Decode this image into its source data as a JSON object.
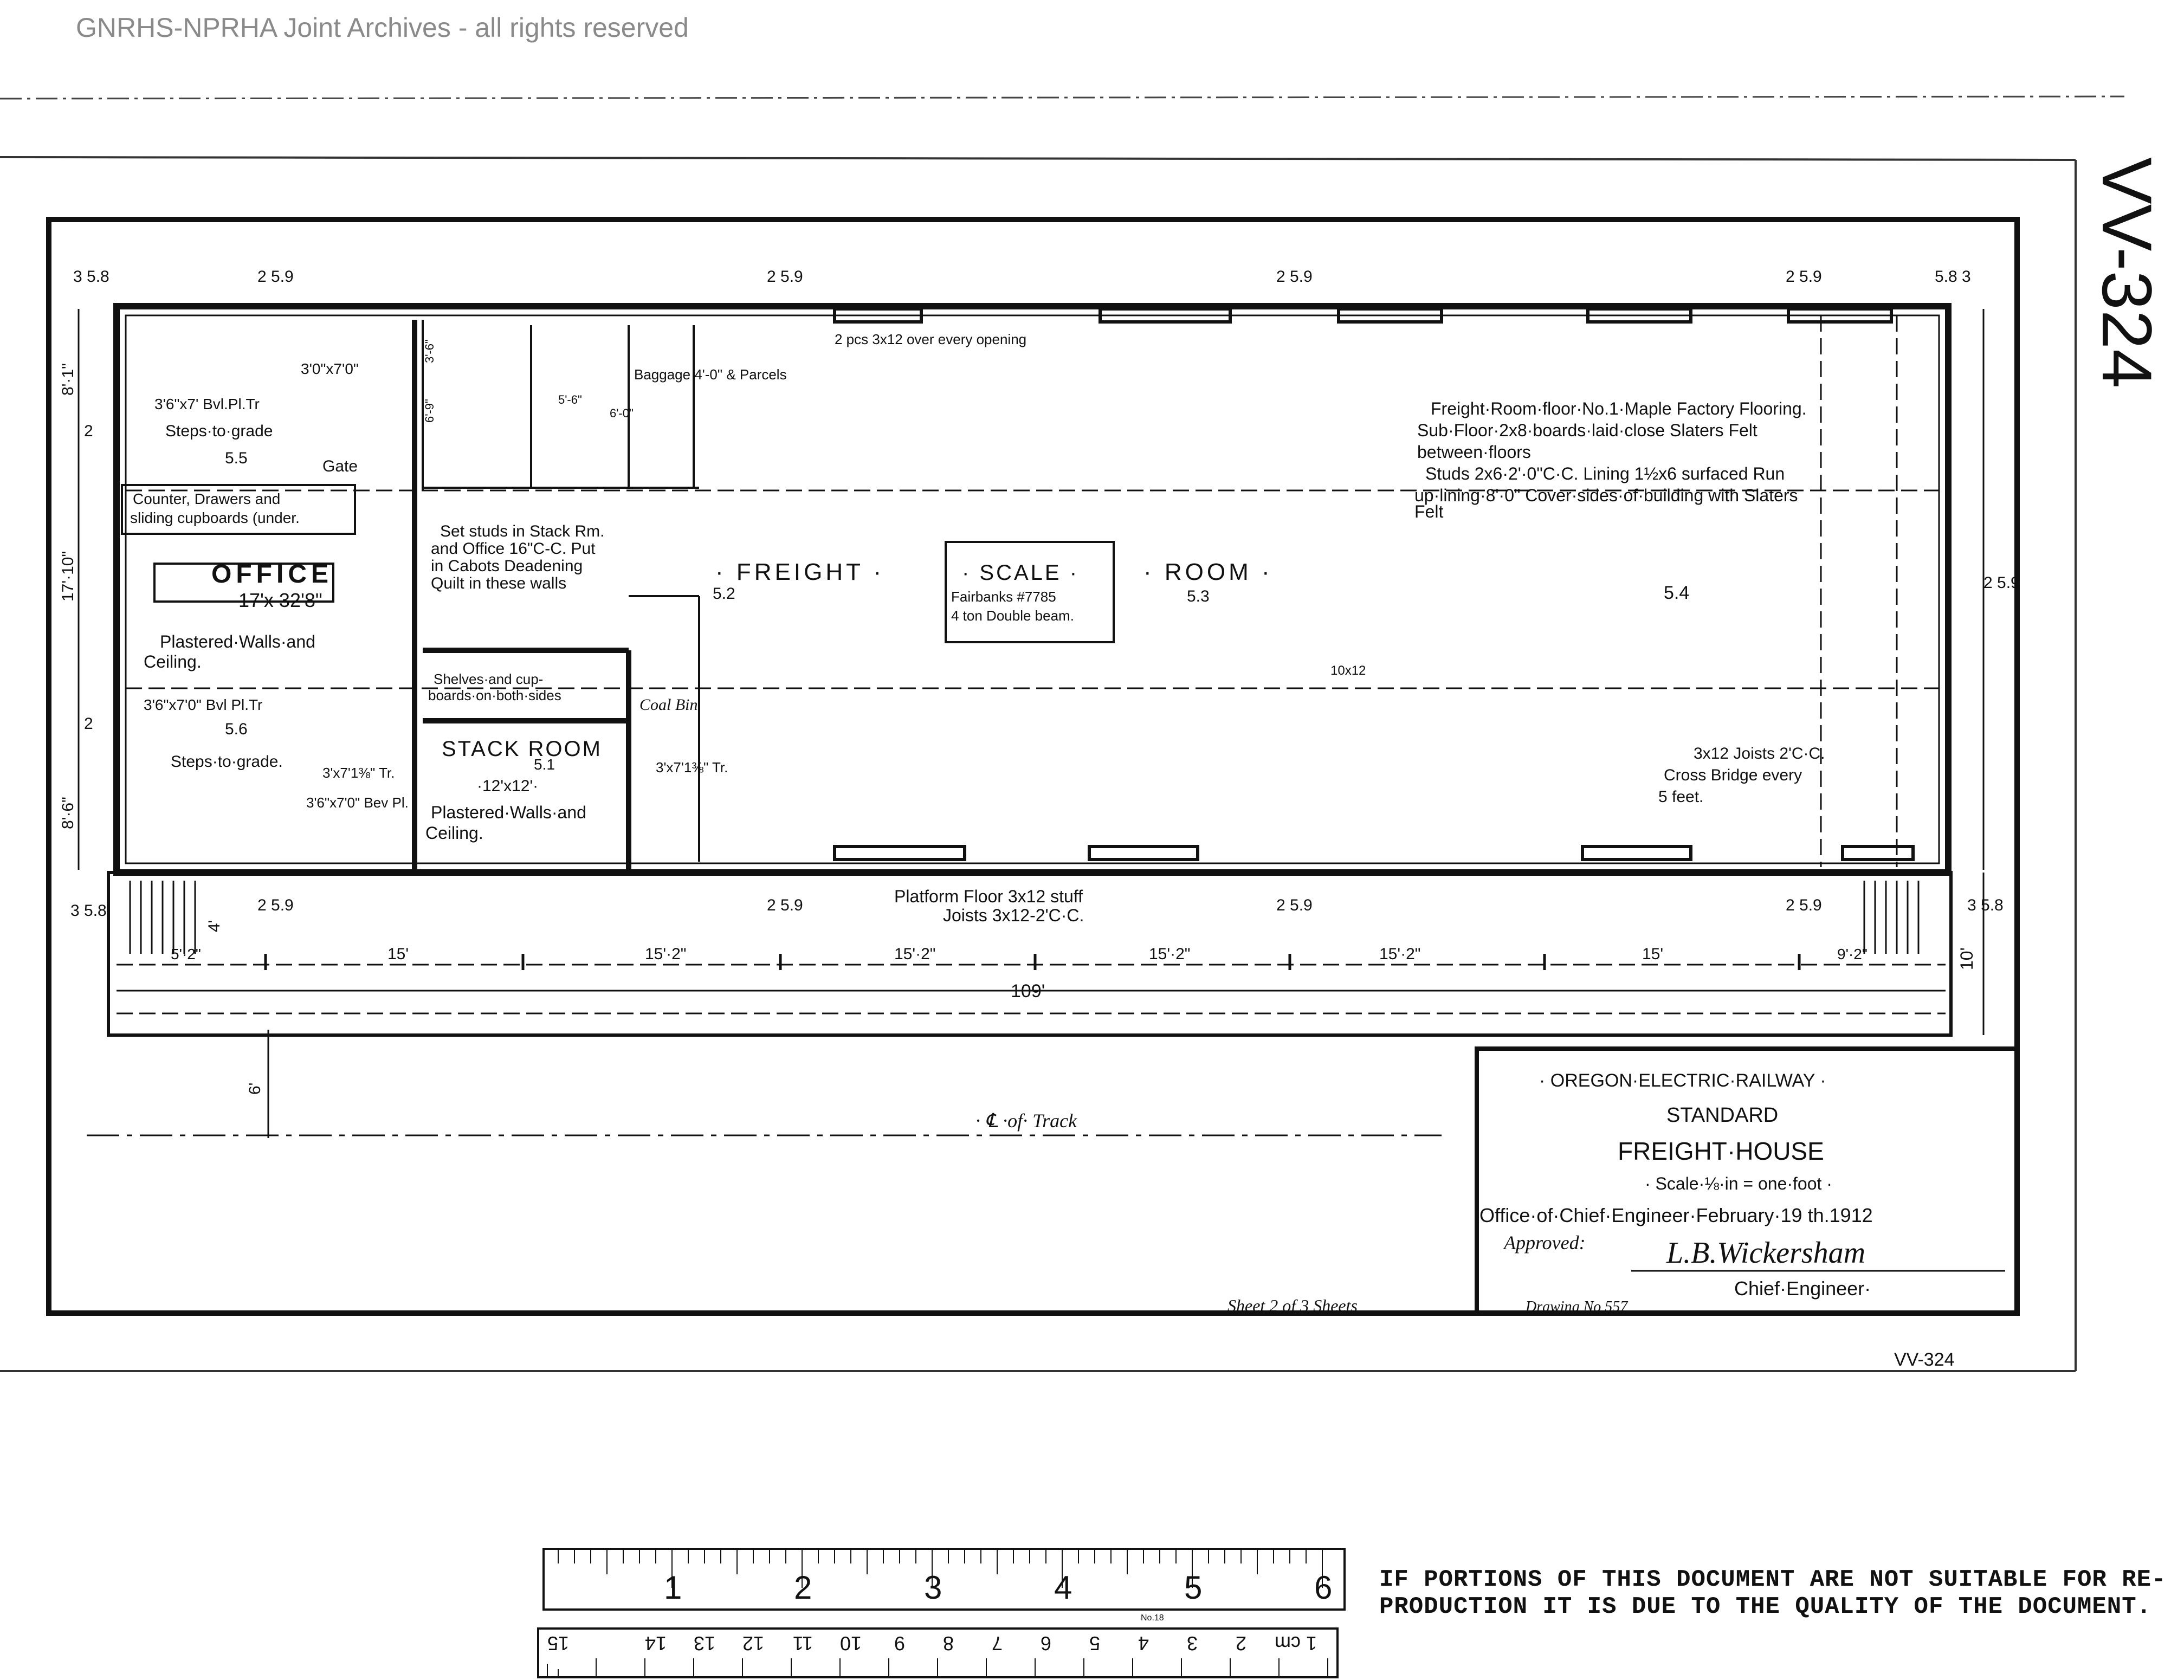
{
  "watermark": "GNRHS-NPRHA Joint Archives - all rights reserved",
  "sheet_id_vertical": "VV-324",
  "sheet_id_bottom": "VV-324",
  "sheet_label": "Sheet 2 of 3 Sheets",
  "drawing_no": "Drawing No 557",
  "title_block": {
    "company": "· OREGON·ELECTRIC·RAILWAY ·",
    "standard": "STANDARD",
    "name": "FREIGHT·HOUSE",
    "scale": "· Scale·⅛·in = one·foot ·",
    "office": "Office·of·Chief·Engineer·February·19 th.1912",
    "approved_label": "Approved:",
    "signature": "L.B.Wickersham",
    "chief": "Chief·Engineer·"
  },
  "rooms": {
    "office": "OFFICE",
    "office_size": "17'x 32'8\"",
    "freight": "· FREIGHT ·",
    "scale": "· SCALE ·",
    "room": "· ROOM ·",
    "stack": "STACK ROOM",
    "stack_size": "·12'x12'·",
    "baggage": "Baggage 4'-0\" & Parcels",
    "coal": "Coal Bin"
  },
  "notes": {
    "counter": [
      "Counter, Drawers and",
      "sliding cupboards (under."
    ],
    "set_studs": [
      "Set studs in Stack Rm.",
      "and Office 16\"C-C. Put",
      "in Cabots Deadening",
      "Quilt in these walls"
    ],
    "plastered_office": [
      "Plastered·Walls·and",
      "Ceiling."
    ],
    "plastered_stack": [
      "Plastered·Walls·and",
      "Ceiling."
    ],
    "shelves": [
      "Shelves·and cup-",
      "boards·on·both·sides"
    ],
    "floor": [
      "Freight·Room·floor·No.1·Maple Factory Flooring.",
      "Sub·Floor·2x8·boards·laid·close Slaters Felt",
      "between·floors",
      "Studs 2x6·2'·0\"C·C. Lining 1½x6 surfaced Run",
      "up·lining·8'·0\" Cover·sides·of·building with Slaters",
      "Felt"
    ],
    "joists": [
      "3x12 Joists 2'C·C.",
      "Cross Bridge every",
      "5 feet."
    ],
    "scale_detail": [
      "Fairbanks #7785",
      "4 ton Double beam."
    ],
    "platform": [
      "Platform Floor 3x12 stuff",
      "Joists 3x12-2'C·C."
    ],
    "header": "2 pcs 3x12 over every opening",
    "steps_top": "Steps·to·grade",
    "steps_bottom": "Steps·to·grade.",
    "door_top": "3'6\"x7' Bvl.Pl.Tr",
    "door_mid": "3'6\"x7'0\" Bvl Pl.Tr",
    "door_bot": "3'6\"x7'0\" Bev Pl.",
    "door_toilet": "3'0\"x7'0\"",
    "door_stack": "3'x7'1⅜\" Tr.",
    "door_coal": "3'x7'1⅜\" Tr.",
    "gate": "Gate",
    "tenxtwelve": "10x12",
    "center_track": "· ℄ ·of· Track",
    "sect_5_5": "5.5",
    "sect_5_6": "5.6",
    "sect_5_1": "5.1",
    "sect_5_2": "5.2",
    "sect_5_3": "5.3",
    "sect_5_4": "5.4"
  },
  "grid_labels": {
    "top": [
      "3 5.8",
      "2 5.9",
      "2 5.9",
      "2 5.9",
      "2 5.9",
      "5.8 3"
    ],
    "bottom": [
      "3 5.8",
      "2 5.9",
      "2 5.9",
      "2 5.9",
      "2 5.9",
      "3 5.8"
    ],
    "left_top": "2",
    "left_bot": "2",
    "right_mid": "2 5.9"
  },
  "dimensions": {
    "left_upper": "8'·1\"",
    "left_mid": "17'·10\"",
    "left_lower": "8'·6\"",
    "platform_depth": "10'",
    "steps_depth": "4'",
    "track_dist": "6'",
    "overall": "109'",
    "bays": [
      "5'·2\"",
      "15'",
      "15'·2\"",
      "15'·2\"",
      "15'·2\"",
      "15'·2\"",
      "15'",
      "9'·2\""
    ],
    "small_dims": [
      "3'-6\"",
      "6'-9\"",
      "6'-0\"",
      "5'-6\""
    ]
  },
  "footer_note": [
    "IF PORTIONS OF THIS DOCUMENT ARE NOT SUITABLE FOR RE-",
    "PRODUCTION IT IS DUE TO THE QUALITY OF THE DOCUMENT."
  ],
  "rulers": {
    "inch_labels": [
      "1",
      "2",
      "3",
      "4",
      "5",
      "6"
    ],
    "cm_labels": [
      "1 cm",
      "2",
      "3",
      "4",
      "5",
      "6",
      "7",
      "8",
      "9",
      "10",
      "11",
      "12",
      "13",
      "14",
      "15"
    ],
    "maker": "No.18"
  }
}
